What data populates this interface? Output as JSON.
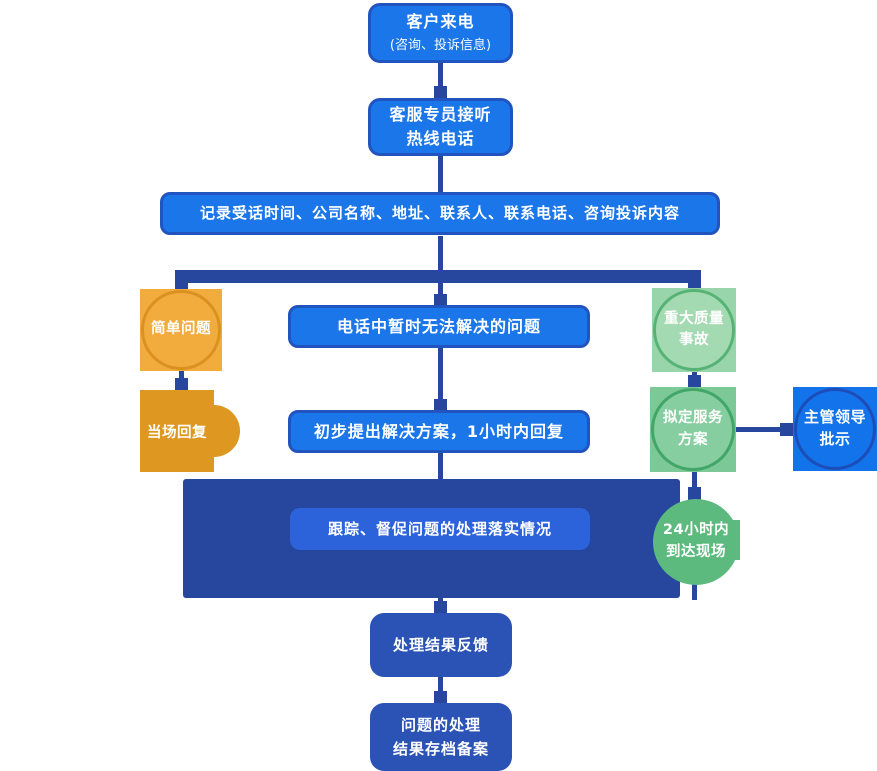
{
  "diagram": {
    "type": "flowchart",
    "nodes": {
      "customer_call": {
        "title": "客户来电",
        "subtitle": "(咨询、投诉信息)"
      },
      "agent_answer": {
        "line1": "客服专员接听",
        "line2": "热线电话"
      },
      "record_info": {
        "label": "记录受话时间、公司名称、地址、联系人、联系电话、咨询投诉内容"
      },
      "simple_issue": {
        "label": "简单问题"
      },
      "onsite_reply": {
        "label": "当场回复"
      },
      "unsolvable": {
        "label": "电话中暂时无法解决的问题"
      },
      "initial_solution": {
        "label": "初步提出解决方案，1小时内回复"
      },
      "major_incident": {
        "line1": "重大质量",
        "line2": "事故"
      },
      "service_plan": {
        "line1": "拟定服务",
        "line2": "方案"
      },
      "leader_approval": {
        "line1": "主管领导",
        "line2": "批示"
      },
      "track_supervise": {
        "label": "跟踪、督促问题的处理落实情况"
      },
      "arrive_24h": {
        "line1": "24小时内",
        "line2": "到达现场"
      },
      "result_feedback": {
        "label": "处理结果反馈"
      },
      "archive": {
        "line1": "问题的处理",
        "line2": "结果存档备案"
      }
    },
    "colors": {
      "primary_blue": "#1A76E9",
      "primary_blue_border": "#2154BF",
      "connector_navy": "#27479E",
      "container_navy": "#27479E",
      "inner_blue": "#2C63DA",
      "muted_blue": "#2B53B5",
      "orange_light": "#F2AB3D",
      "orange_border": "#DB9120",
      "orange_dark": "#DE9720",
      "green_light_square": "#99D5AA",
      "green_light_fill": "#A4DAB2",
      "green_light_border": "#57B276",
      "green_mid_square": "#7CC897",
      "green_mid_fill": "#86CE9F",
      "green_mid_border": "#41A668",
      "green_solid": "#5CBA7E",
      "blue_circle_border": "#1D4DB9",
      "text": "#FFFFFF",
      "background": "#FFFFFF"
    }
  }
}
